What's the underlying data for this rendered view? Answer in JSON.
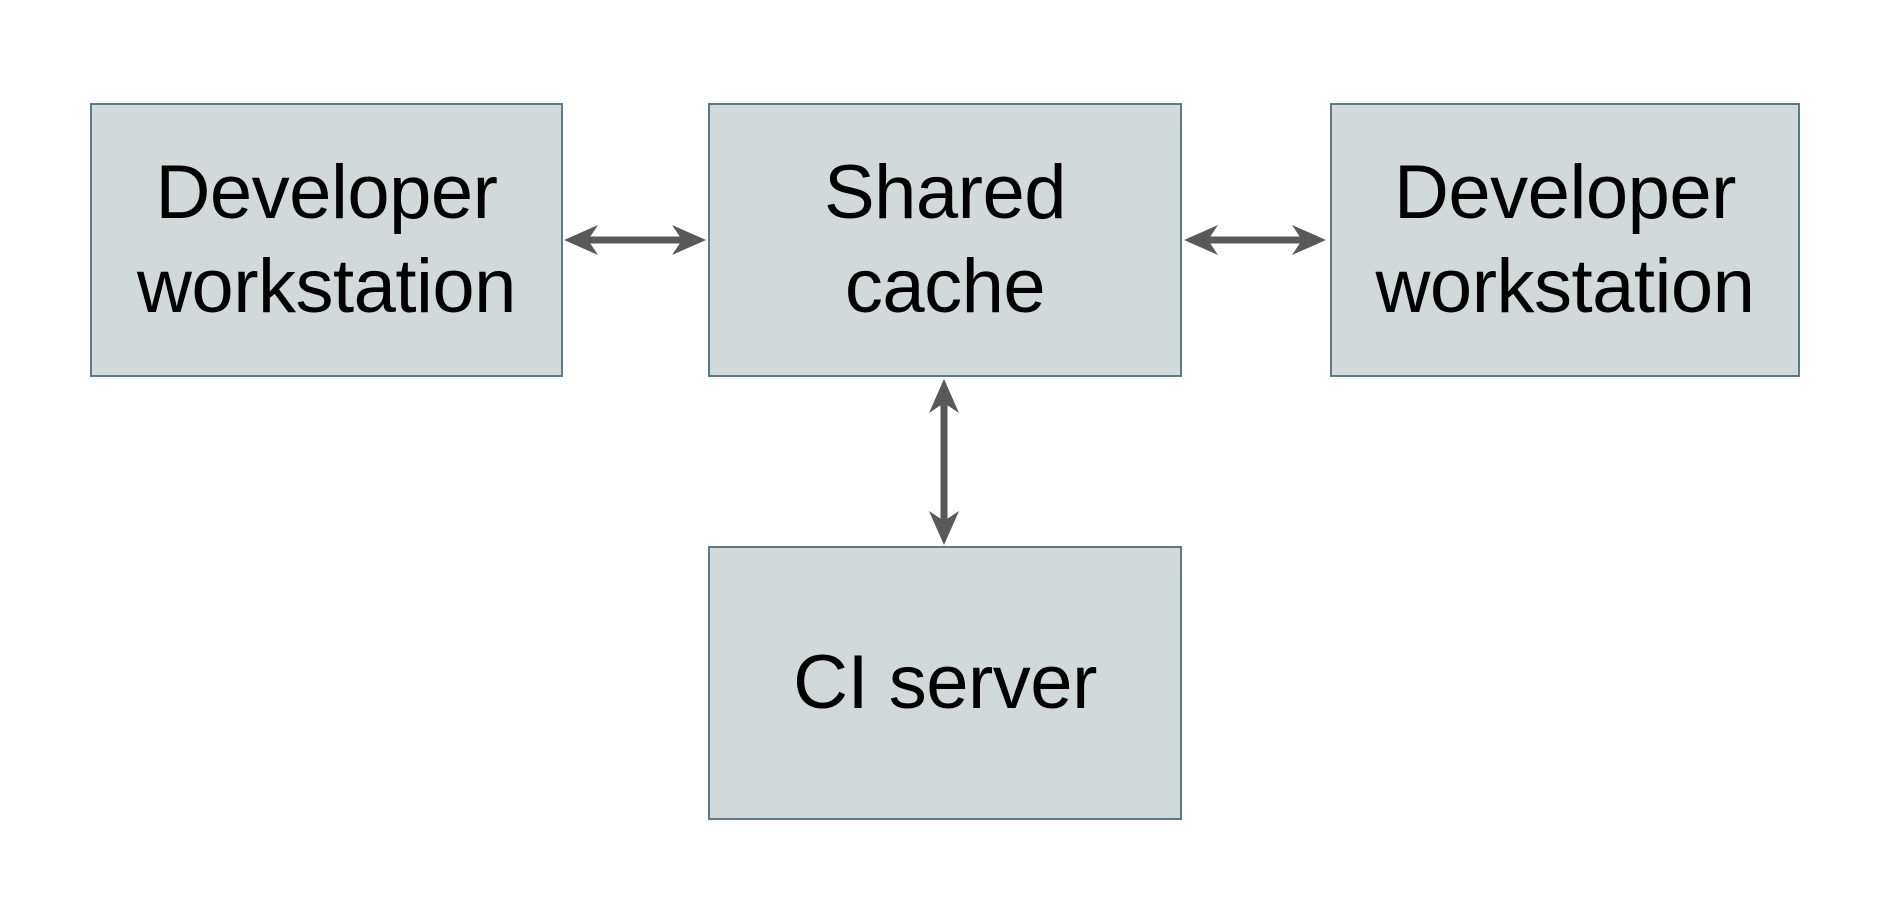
{
  "diagram": {
    "nodes": [
      {
        "id": "developer-workstation-left",
        "label": "Developer workstation"
      },
      {
        "id": "shared-cache",
        "label": "Shared cache"
      },
      {
        "id": "developer-workstation-right",
        "label": "Developer workstation"
      },
      {
        "id": "ci-server",
        "label": "CI server"
      }
    ],
    "edges": [
      {
        "from": "developer-workstation-left",
        "to": "shared-cache",
        "direction": "bidirectional"
      },
      {
        "from": "shared-cache",
        "to": "developer-workstation-right",
        "direction": "bidirectional"
      },
      {
        "from": "shared-cache",
        "to": "ci-server",
        "direction": "bidirectional"
      }
    ],
    "colors": {
      "background": "#ffffff",
      "node_fill": "#d2d9da",
      "node_border": "#5d7a89",
      "arrow": "#595959",
      "text": "#000000"
    }
  }
}
